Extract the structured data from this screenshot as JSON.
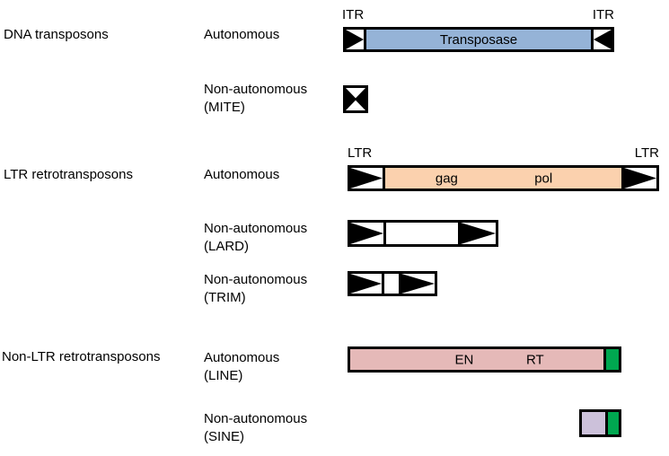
{
  "categories": {
    "dna": "DNA transposons",
    "ltr": "LTR retrotransposons",
    "non_ltr": "Non-LTR retrotransposons"
  },
  "rows": {
    "dna_autonomous": {
      "line1": "Autonomous",
      "line2": ""
    },
    "dna_nonautonomous": {
      "line1": "Non-autonomous",
      "line2": "(MITE)"
    },
    "ltr_autonomous": {
      "line1": "Autonomous",
      "line2": ""
    },
    "ltr_lard": {
      "line1": "Non-autonomous",
      "line2": "(LARD)"
    },
    "ltr_trim": {
      "line1": "Non-autonomous",
      "line2": "(TRIM)"
    },
    "non_ltr_line": {
      "line1": "Autonomous",
      "line2": "(LINE)"
    },
    "non_ltr_sine": {
      "line1": "Non-autonomous",
      "line2": "(SINE)"
    }
  },
  "elements": {
    "itr_left": "ITR",
    "itr_right": "ITR",
    "transposase": "Transposase",
    "ltr_left": "LTR",
    "ltr_right": "LTR",
    "gag": "gag",
    "pol": "pol",
    "en": "EN",
    "rt": "RT"
  },
  "colors": {
    "background": "#ffffff",
    "text_color": "#000000",
    "outline": "#000000",
    "transposase_fill": "#95b3d7",
    "gag_pol_fill": "#fbd1ae",
    "line_fill": "#e5b9b8",
    "sine_fill": "#ccc1da",
    "utr_green": "#00a750"
  }
}
